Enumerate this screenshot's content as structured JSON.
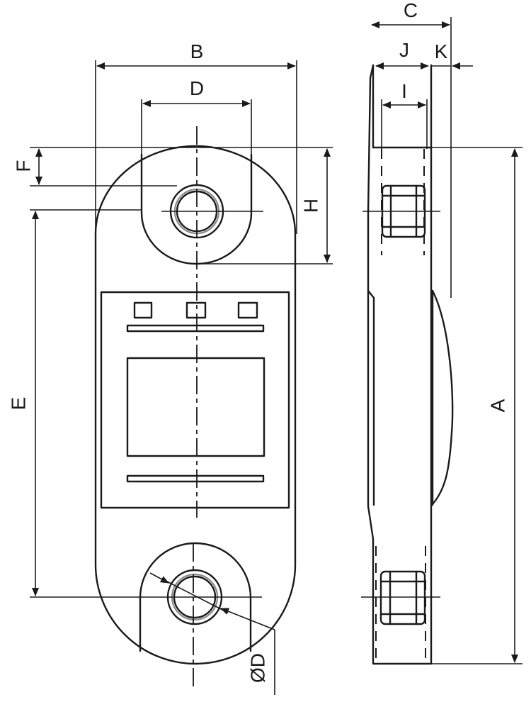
{
  "labels": {
    "a": "A",
    "b": "B",
    "c": "C",
    "d": "D",
    "e": "E",
    "f": "F",
    "h": "H",
    "i": "I",
    "j": "J",
    "k": "K",
    "od": "ØD"
  },
  "colors": {
    "ink": "#1a1a1a",
    "ring": "#8a8a8a",
    "background": "#ffffff"
  }
}
